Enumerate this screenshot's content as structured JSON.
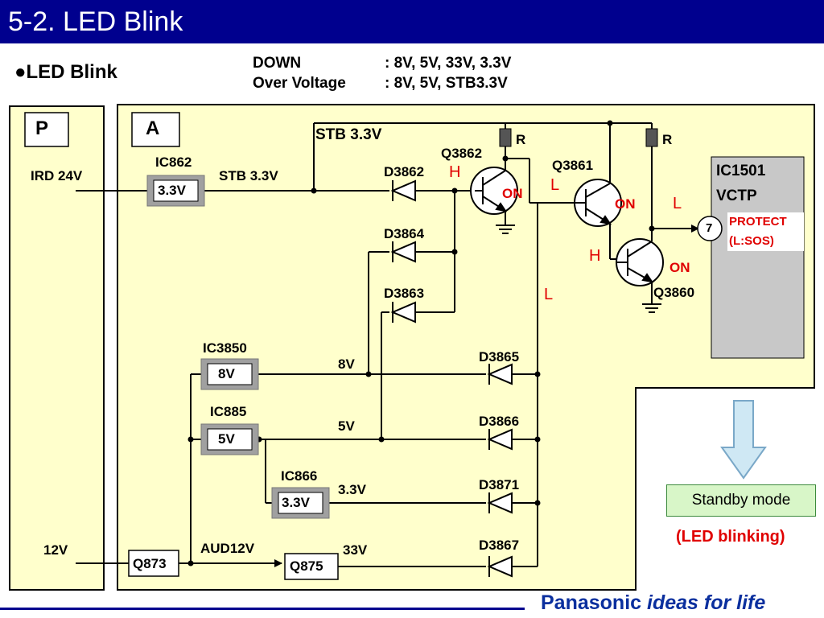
{
  "slide": {
    "title": "5-2. LED Blink",
    "bullet": "LED Blink"
  },
  "notes": {
    "down_label": "DOWN",
    "down_value": ": 8V, 5V, 33V, 3.3V",
    "ov_label": "Over Voltage",
    "ov_value": ": 8V, 5V, STB3.3V"
  },
  "boards": {
    "p": "P",
    "a": "A"
  },
  "labels": {
    "ird24v": "IRD 24V",
    "ic862": "IC862",
    "ic862_v": "3.3V",
    "stb33_1": "STB 3.3V",
    "stb33_2": "STB 3.3V",
    "d3862": "D3862",
    "d3864": "D3864",
    "d3863": "D3863",
    "q3862": "Q3862",
    "q3861": "Q3861",
    "q3860": "Q3860",
    "r1": "R",
    "r2": "R",
    "h1": "H",
    "on1": "ON",
    "l1": "L",
    "on2": "ON",
    "l2": "L",
    "h2": "H",
    "on3": "ON",
    "l3": "L",
    "ic1501": "IC1501",
    "vctp": "VCTP",
    "pin7": "7",
    "protect": "PROTECT",
    "lsos": "(L:SOS)",
    "ic3850": "IC3850",
    "ic3850_v": "8V",
    "v8": "8V",
    "d3865": "D3865",
    "ic885": "IC885",
    "ic885_v": "5V",
    "v5": "5V",
    "d3866": "D3866",
    "ic866": "IC866",
    "ic866_v": "3.3V",
    "v33": "3.3V",
    "d3871": "D3871",
    "v12": "12V",
    "q873": "Q873",
    "aud12v": "AUD12V",
    "q875": "Q875",
    "v33b": "33V",
    "d3867": "D3867"
  },
  "result": {
    "mode": "Standby mode",
    "blink": "(LED blinking)"
  },
  "footer": {
    "brand1": "Panasonic",
    "brand2": "ideas for life"
  },
  "colors": {
    "title_bar": "#00008e",
    "board_fill": "#ffffcc",
    "ic_fill": "#c8c8c8",
    "arrow_fill": "#cfe8f4",
    "standby_fill": "#d8f6c8",
    "alert": "#e00000"
  }
}
